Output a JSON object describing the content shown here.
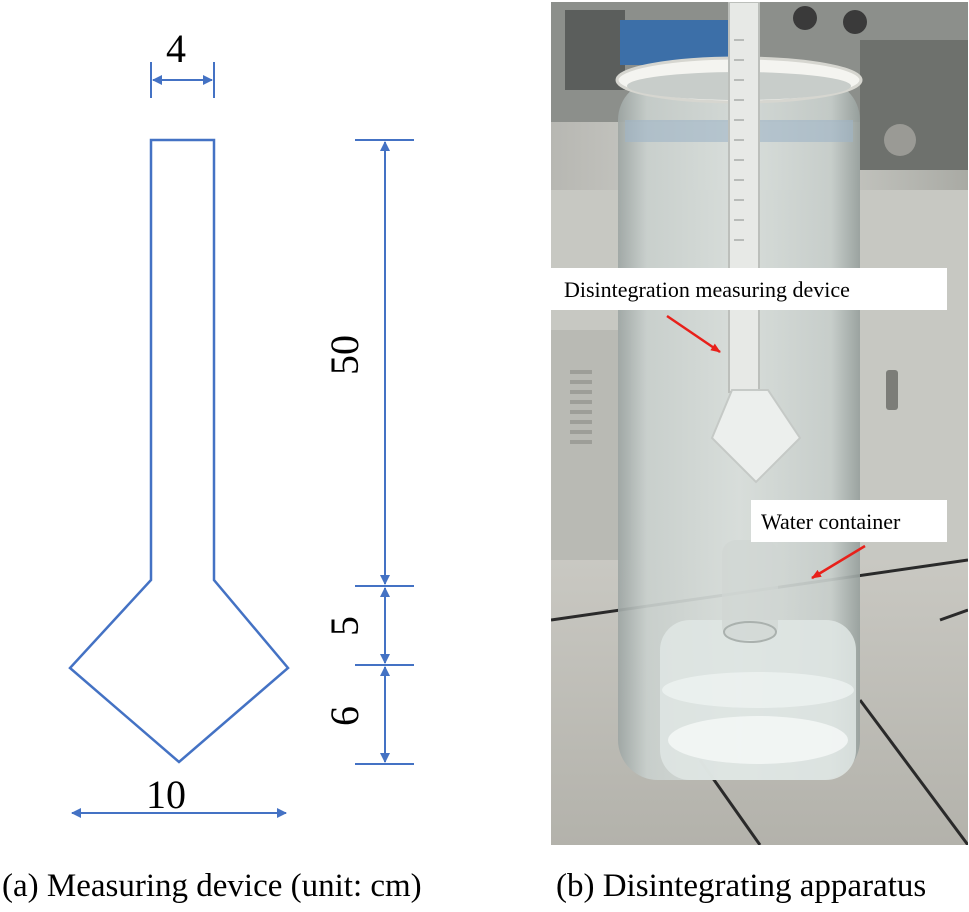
{
  "panel_a": {
    "dim_top_width": "4",
    "dim_shaft_length": "50",
    "dim_cone_upper": "5",
    "dim_cone_lower": "6",
    "dim_bottom_width": "10",
    "caption": "(a) Measuring device (unit: cm)"
  },
  "panel_b": {
    "label_device": "Disintegration measuring device",
    "label_container": "Water container",
    "caption": "(b) Disintegrating apparatus"
  },
  "colors": {
    "drawing_line": "#4472C4",
    "annotation_arrow": "#E8201A",
    "label_box": "#FFFFFF"
  }
}
